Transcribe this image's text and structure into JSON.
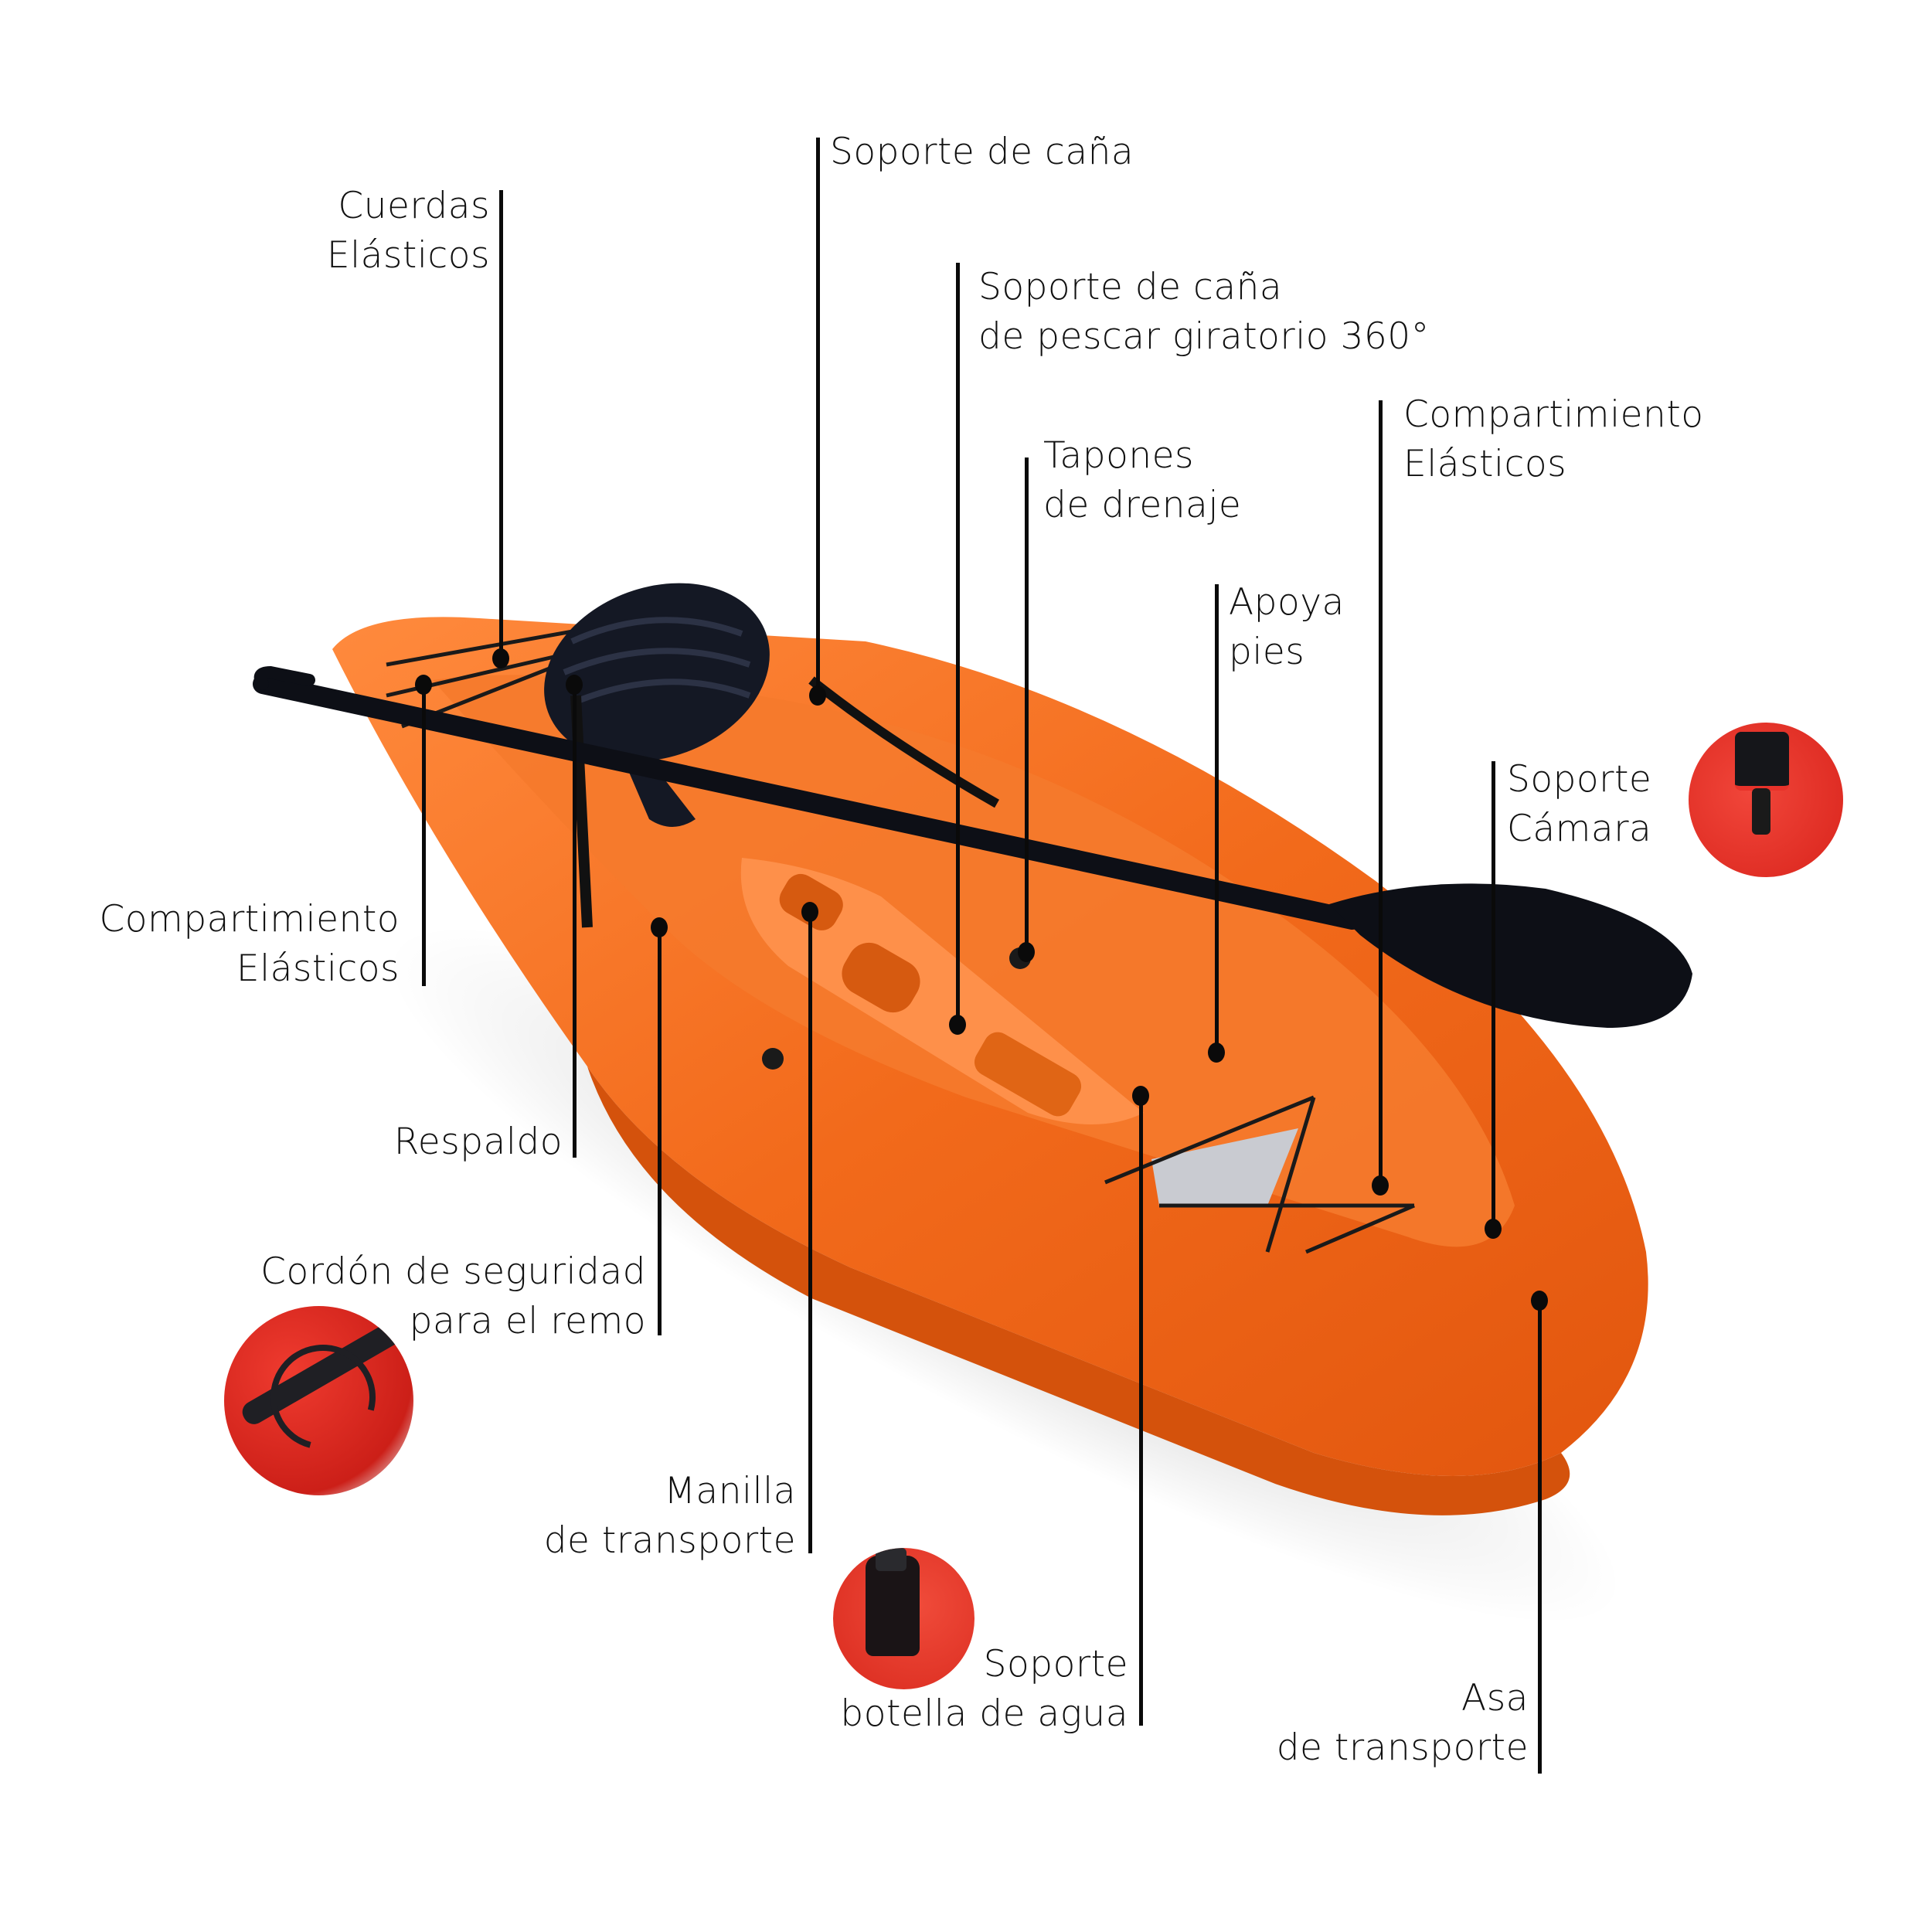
{
  "diagram": {
    "subject": "Kayak de pesca con remo",
    "colors": {
      "hull": "#f26a1b",
      "hull_shadow": "#d4520c",
      "hull_highlight": "#ff9a55",
      "paddle": "#0d0f16",
      "seat": "#141824",
      "inset_red": "#e8322a",
      "line": "#0a0a0a",
      "background": "#ffffff"
    },
    "labels": [
      {
        "id": "cuerdas-elasticos",
        "lines": [
          "Cuerdas",
          "Elásticos"
        ]
      },
      {
        "id": "soporte-cana",
        "lines": [
          "Soporte de caña"
        ]
      },
      {
        "id": "soporte-cana-360",
        "lines": [
          "Soporte de caña",
          "de pescar giratorio 360°"
        ]
      },
      {
        "id": "compartimiento-elasticos-popa",
        "lines": [
          "Compartimiento",
          "Elásticos"
        ]
      },
      {
        "id": "tapones-drenaje",
        "lines": [
          "Tapones",
          "de drenaje"
        ]
      },
      {
        "id": "apoya-pies",
        "lines": [
          "Apoya",
          "pies"
        ]
      },
      {
        "id": "soporte-camara",
        "lines": [
          "Soporte",
          "Cámara"
        ]
      },
      {
        "id": "compartimiento-elasticos-proa",
        "lines": [
          "Compartimiento",
          "Elásticos"
        ]
      },
      {
        "id": "respaldo",
        "lines": [
          "Respaldo"
        ]
      },
      {
        "id": "cordon-seguridad",
        "lines": [
          "Cordón de seguridad",
          "para el remo"
        ]
      },
      {
        "id": "manilla-transporte",
        "lines": [
          "Manilla",
          "de transporte"
        ]
      },
      {
        "id": "soporte-botella",
        "lines": [
          "Soporte",
          "botella de agua"
        ]
      },
      {
        "id": "asa-transporte",
        "lines": [
          "Asa",
          "de transporte"
        ]
      }
    ],
    "insets": [
      {
        "id": "camera-mount-photo",
        "depicts": "action camera on mount"
      },
      {
        "id": "paddle-leash-photo",
        "depicts": "paddle safety cord on hull"
      },
      {
        "id": "bottle-holder-photo",
        "depicts": "water bottle in holder"
      }
    ]
  }
}
